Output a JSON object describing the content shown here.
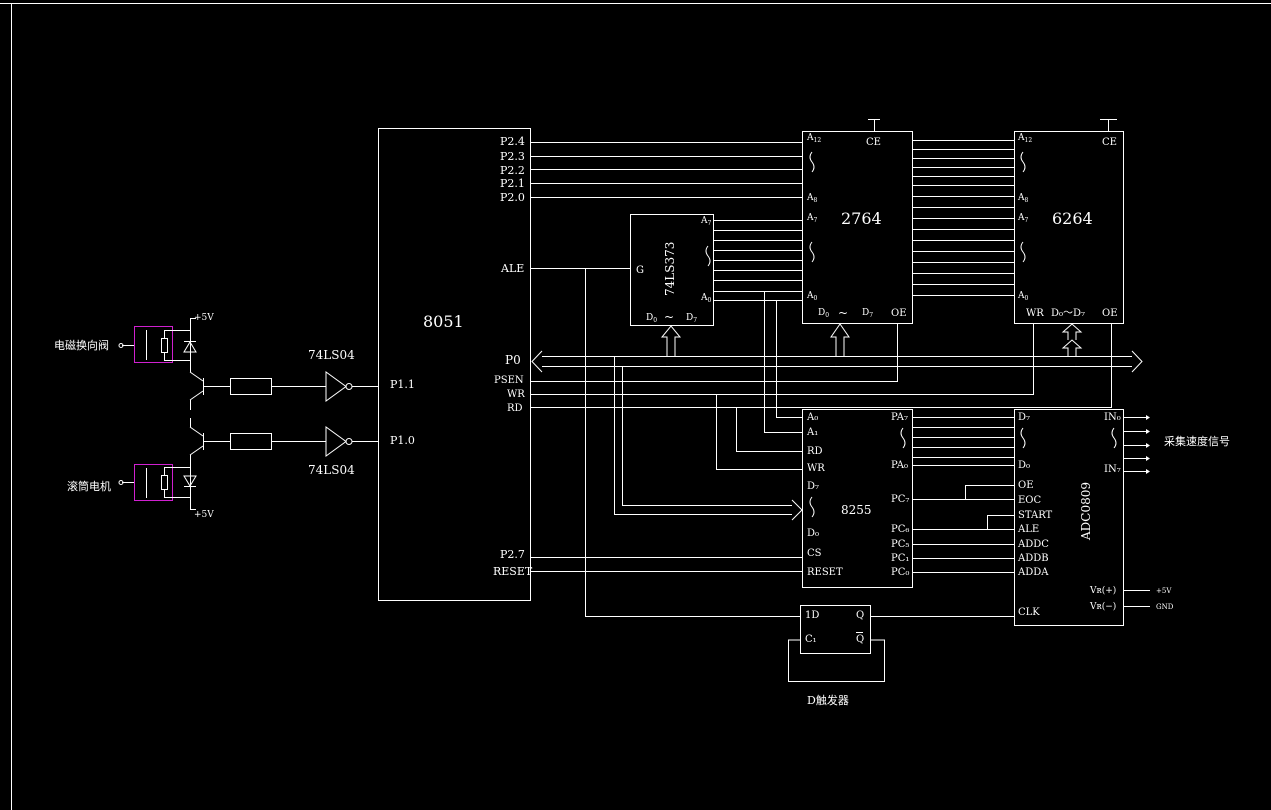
{
  "colors": {
    "background": "#000000",
    "line": "#ffffff",
    "relay_coil": "#d020d0"
  },
  "chips": {
    "cpu": {
      "name": "8051",
      "pins_left": [
        "P1.1",
        "P1.0"
      ],
      "pins_right": [
        "P2.4",
        "P2.3",
        "P2.2",
        "P2.1",
        "P2.0",
        "ALE",
        "P0",
        "PSEN",
        "WR",
        "RD",
        "P2.7",
        "RESET"
      ]
    },
    "latch": {
      "name": "74LS373",
      "pin_g": "G",
      "pin_a7": "A",
      "pin_a0": "A",
      "sub_a7": "7",
      "sub_a0": "0",
      "pin_d0": "D",
      "pin_d7": "D",
      "sub_d0": "0",
      "sub_d7": "7",
      "tilde": "~"
    },
    "eprom": {
      "name": "2764",
      "pins": {
        "a12": "A",
        "a12_sub": "12",
        "a8": "A",
        "a8_sub": "8",
        "a7": "A",
        "a7_sub": "7",
        "a0": "A",
        "a0_sub": "0",
        "ce": "CE",
        "oe": "OE",
        "d0": "D",
        "d0_sub": "0",
        "d7": "D",
        "d7_sub": "7",
        "tilde": "~"
      }
    },
    "ram": {
      "name": "6264",
      "pins": {
        "a12": "A",
        "a12_sub": "12",
        "a8": "A",
        "a8_sub": "8",
        "a7": "A",
        "a7_sub": "7",
        "a0": "A",
        "a0_sub": "0",
        "ce": "CE",
        "oe": "OE",
        "wr": "WR",
        "d0d7": "D₀～D₇"
      }
    },
    "ppi": {
      "name": "8255",
      "pins_left": [
        "A₀",
        "A₁",
        "RD",
        "WR",
        "D₇",
        "D₀",
        "CS",
        "RESET"
      ],
      "pins_right": [
        "PA₇",
        "PA₀",
        "PC₇",
        "PC₆",
        "PC₅",
        "PC₁",
        "PC₀"
      ]
    },
    "adc": {
      "name": "ADC0809",
      "pins_left": [
        "D₇",
        "D₀",
        "OE",
        "EOC",
        "START",
        "ALE",
        "ADDC",
        "ADDB",
        "ADDA",
        "CLK"
      ],
      "pins_right": [
        "IN₀",
        "IN₇",
        "Vʀ(+)",
        "Vʀ(−)"
      ],
      "vref_plus": "+5V",
      "vref_minus": "GND"
    },
    "dff": {
      "pins": [
        "1D",
        "Q",
        "C₁",
        "Q"
      ],
      "caption": "D触发器"
    }
  },
  "drivers": {
    "inverter_top": "74LS04",
    "inverter_bottom": "74LS04",
    "vcc_top": "+5V",
    "vcc_bottom": "+5V"
  },
  "loads": {
    "top": "电磁换向阀",
    "bottom": "滚筒电机"
  },
  "signals": {
    "adc_input": "采集速度信号"
  }
}
